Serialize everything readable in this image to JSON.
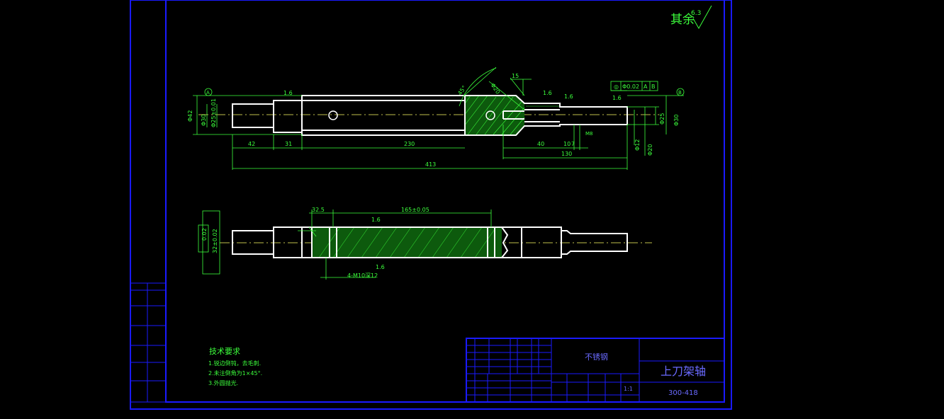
{
  "drawing": {
    "roughness_note": "其余",
    "roughness_value": "6.3",
    "top_view": {
      "section_a": "A",
      "section_b": "B",
      "roughness_labels": [
        "1.6",
        "1.6",
        "1.6",
        "1.6"
      ],
      "dim_dia_left_42": "Φ42",
      "dim_dia_30": "Φ30",
      "dim_dia_25": "Φ25±0.01",
      "dim_angle": "45°",
      "dim_dia_20": "Φ20",
      "dim_15": "15",
      "tolerance_frame": [
        "◎",
        "Φ0.02",
        "A",
        "B"
      ],
      "dim_dia_right_25": "Φ25",
      "dim_dia_right_30": "Φ30",
      "dim_m8": "M8",
      "dim_dia_12": "Φ12",
      "dim_dia_20_right": "Φ20",
      "dim_42": "42",
      "dim_31": "31",
      "dim_230": "230",
      "dim_40": "40",
      "dim_10": "10",
      "dim_7": "7",
      "dim_130": "130",
      "dim_413": "413"
    },
    "bottom_view": {
      "dim_32_5": "32.5",
      "dim_165": "165±0.05",
      "roughness_1": "1.6",
      "roughness_2": "1.6",
      "flatness": "0.02",
      "dim_32": "32±0.02",
      "thread_note": "4-M10深12"
    },
    "tech_requirements": {
      "title": "技术要求",
      "items": [
        "1.锐边倒钝，去毛刺.",
        "2.未注倒角为1×45°.",
        "3.外圆抛光."
      ]
    },
    "title_block": {
      "material": "不锈钢",
      "part_name": "上刀架轴",
      "drawing_number": "300-418",
      "scale": "1:1"
    }
  },
  "colors": {
    "frame": "#1a1aff",
    "outline": "#ffffff",
    "dimension": "#3cff3c",
    "centerline": "#ffff66"
  }
}
